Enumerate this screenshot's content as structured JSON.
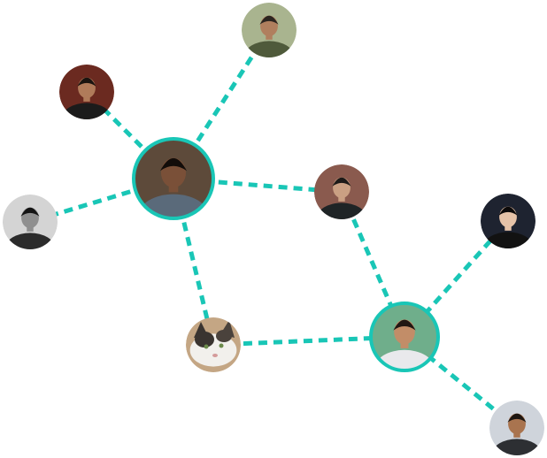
{
  "diagram": {
    "type": "social-network-graph",
    "edge_color": "#19c6b6",
    "hub_ring_color": "#19c6b6",
    "nodes": [
      {
        "id": "n1",
        "icon": "person-avatar-icon",
        "hub": false
      },
      {
        "id": "n2",
        "icon": "person-avatar-icon",
        "hub": false
      },
      {
        "id": "n3",
        "icon": "person-avatar-icon",
        "hub": true
      },
      {
        "id": "n4",
        "icon": "person-avatar-icon",
        "hub": false
      },
      {
        "id": "n5",
        "icon": "person-avatar-icon",
        "hub": false
      },
      {
        "id": "n6",
        "icon": "person-avatar-icon",
        "hub": false
      },
      {
        "id": "n7",
        "icon": "cat-avatar-icon",
        "hub": false
      },
      {
        "id": "n8",
        "icon": "person-avatar-icon",
        "hub": true
      },
      {
        "id": "n9",
        "icon": "person-avatar-icon",
        "hub": false
      }
    ],
    "edges": [
      [
        "n3",
        "n1"
      ],
      [
        "n3",
        "n2"
      ],
      [
        "n3",
        "n4"
      ],
      [
        "n3",
        "n5"
      ],
      [
        "n3",
        "n7"
      ],
      [
        "n5",
        "n8"
      ],
      [
        "n7",
        "n8"
      ],
      [
        "n8",
        "n6"
      ],
      [
        "n8",
        "n9"
      ]
    ]
  }
}
